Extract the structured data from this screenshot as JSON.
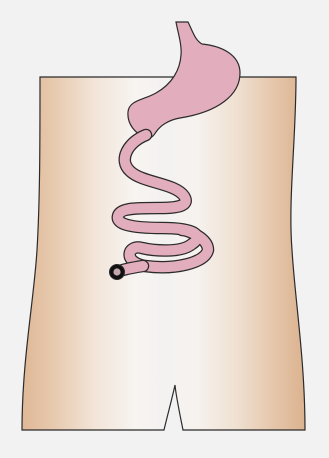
{
  "diagram": {
    "subject": "gastrointestinal-tract-illustration",
    "parts": [
      "torso",
      "stomach",
      "small-intestine",
      "stoma-opening"
    ],
    "colors": {
      "background": "#f2f2f2",
      "skin_light": "#f4f0ed",
      "skin_mid": "#ecdccd",
      "skin_dark": "#dfb896",
      "organ_fill": "#e2aebd",
      "outline": "#2b2b2b",
      "stoma_dark": "#111111"
    }
  }
}
